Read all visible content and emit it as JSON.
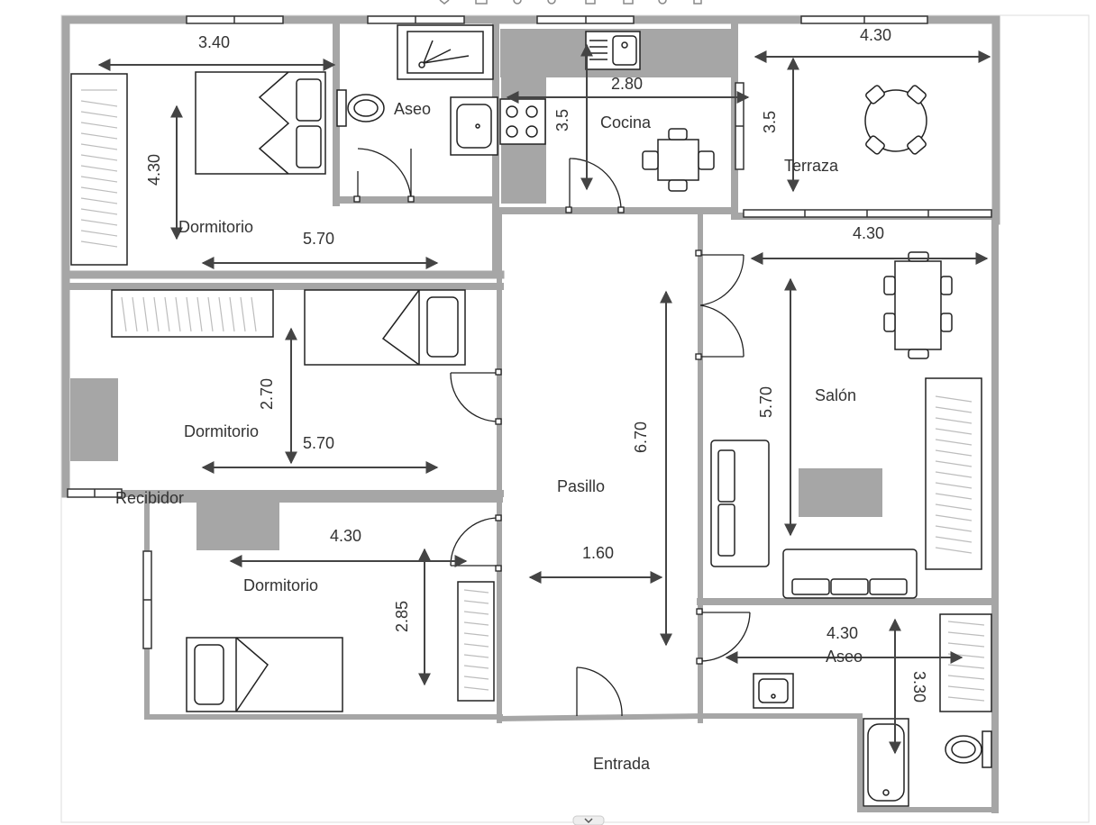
{
  "colors": {
    "wall": "#a6a6a6",
    "fixture_fill": "#a6a6a6",
    "line": "#222222",
    "arrow": "#444444",
    "text": "#333333",
    "window_frame": "#333333",
    "closet_stripes": "#bdbdbd"
  },
  "rooms": {
    "dormitorio_1": "Dormitorio",
    "aseo_1": "Aseo",
    "cocina": "Cocina",
    "terraza": "Terraza",
    "dormitorio_2": "Dormitorio",
    "recibidor": "Recibidor",
    "dormitorio_3": "Dormitorio",
    "pasillo": "Pasillo",
    "salon": "Salón",
    "aseo_2": "Aseo",
    "entrada": "Entrada"
  },
  "dimensions": {
    "d1_width": "3.40",
    "d1_height": "4.30",
    "d1_length": "5.70",
    "cocina_width": "2.80",
    "cocina_height": "3.5",
    "terraza_width": "4.30",
    "terraza_height": "3.5",
    "d2_height": "2.70",
    "d2_length": "5.70",
    "d3_width": "4.30",
    "d3_height": "2.85",
    "pasillo_height": "6.70",
    "pasillo_width": "1.60",
    "salon_width": "4.30",
    "salon_height": "5.70",
    "aseo2_width": "4.30",
    "aseo2_height": "3.30"
  },
  "icons": [
    "window-icon",
    "door-icon",
    "bed-icon",
    "wardrobe-icon",
    "toilet-icon",
    "sink-icon",
    "shower-icon",
    "stove-icon",
    "table-icon",
    "chair-icon",
    "sofa-icon",
    "bathtub-icon",
    "dimension-arrow-icon"
  ]
}
